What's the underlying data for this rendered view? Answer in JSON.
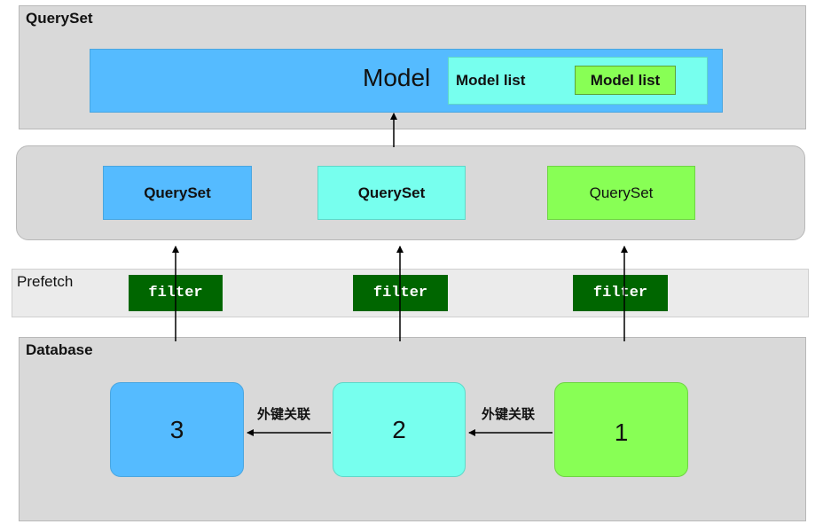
{
  "queryset_panel": {
    "title": "QuerySet",
    "model_label": "Model",
    "outer_list_label": "Model list",
    "inner_list_label": "Model list"
  },
  "queryset_group": {
    "items": [
      {
        "label": "QuerySet",
        "color": "#55bbff"
      },
      {
        "label": "QuerySet",
        "color": "#77ffee"
      },
      {
        "label": "QuerySet",
        "color": "#88ff55"
      }
    ]
  },
  "prefetch": {
    "label": "Prefetch",
    "filters": [
      "filter",
      "filter",
      "filter"
    ]
  },
  "database": {
    "title": "Database",
    "nodes": [
      {
        "label": "3",
        "color": "#55bbff"
      },
      {
        "label": "2",
        "color": "#77ffee"
      },
      {
        "label": "1",
        "color": "#88ff55"
      }
    ],
    "relations": [
      "外键关联",
      "外键关联"
    ]
  },
  "colors": {
    "model_blue": "#55bbff",
    "list_cyan": "#77ffee",
    "list_green": "#88ff55",
    "filter_green": "#006600",
    "panel_gray": "#d9d9d9"
  }
}
